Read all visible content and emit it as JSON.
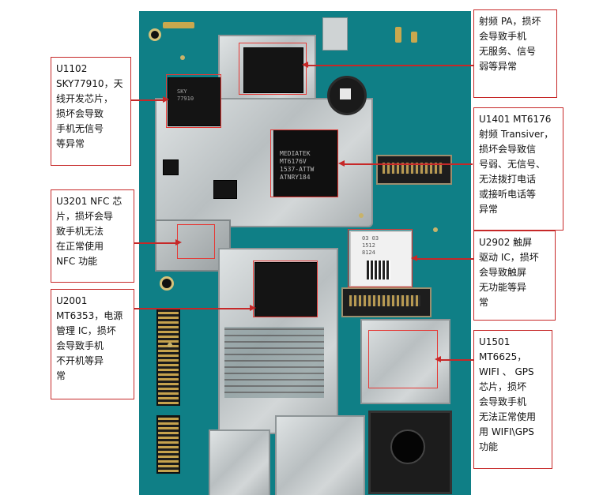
{
  "annotations": {
    "u1102": "U1102\nSKY77910，天\n线开发芯片，\n损坏会导致\n手机无信号\n等异常",
    "u3201": "U3201 NFC 芯\n片，损坏会导\n致手机无法\n在正常使用\nNFC 功能",
    "u2001": "U2001\nMT6353，电源\n管理 IC，损坏\n会导致手机\n不开机等异\n常",
    "pa": "射频 PA，损坏\n会导致手机\n无服务、信号\n弱等异常",
    "u1401": "U1401 MT6176\n射频 Transiver，\n损坏会导致信\n号弱、无信号、\n无法拨打电话\n或接听电话等\n异常",
    "u2902": "U2902 触屏\n驱动 IC，损坏\n会导致触屏\n无功能等异\n常",
    "u1501": "U1501\nMT6625，\nWIFI 、 GPS\n芯片，损坏\n会导致手机\n无法正常使用\n用 WIFI\\GPS\n功能"
  },
  "chip_markings": {
    "mediatek": "MEDIATEK\nMT6176V\n1537-ATTW\nATNRY184",
    "u1102_chip": "SKY\n77910",
    "touch_chip": "03 03\n1512\n8124"
  },
  "colors": {
    "pcb": "#0f7f86",
    "annotation_border": "#c62828",
    "marker": "#e53935"
  }
}
